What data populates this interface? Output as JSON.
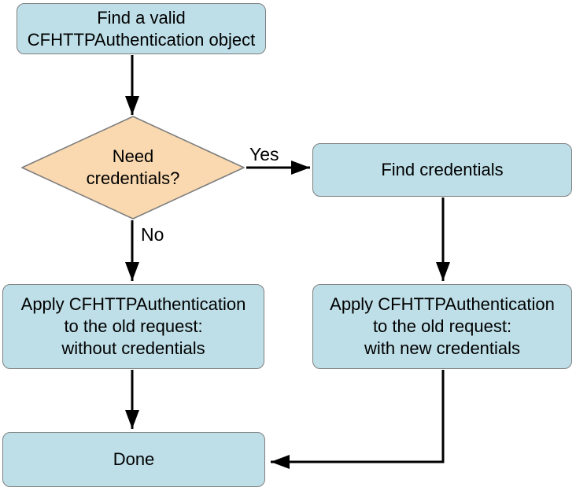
{
  "diagram": {
    "type": "flowchart",
    "background": "#ffffff",
    "colors": {
      "process_fill": "#bedfe8",
      "decision_fill": "#fad9b0",
      "node_border": "#7f7f7f",
      "arrow": "#000000",
      "text": "#000000"
    },
    "nodes": {
      "find_object": {
        "shape": "rounded-rect",
        "lines": [
          "Find a valid",
          "CFHTTPAuthentication object"
        ]
      },
      "need_credentials": {
        "shape": "diamond",
        "lines": [
          "Need",
          "credentials?"
        ]
      },
      "find_credentials": {
        "shape": "rounded-rect",
        "lines": [
          "Find credentials"
        ]
      },
      "apply_without": {
        "shape": "rounded-rect",
        "lines": [
          "Apply CFHTTPAuthentication",
          "to the old request:",
          "without credentials"
        ]
      },
      "apply_with": {
        "shape": "rounded-rect",
        "lines": [
          "Apply CFHTTPAuthentication",
          "to the old request:",
          "with new credentials"
        ]
      },
      "done": {
        "shape": "rounded-rect",
        "lines": [
          "Done"
        ]
      }
    },
    "edges": [
      {
        "from": "find_object",
        "to": "need_credentials",
        "label": ""
      },
      {
        "from": "need_credentials",
        "to": "find_credentials",
        "label": "Yes"
      },
      {
        "from": "need_credentials",
        "to": "apply_without",
        "label": "No"
      },
      {
        "from": "find_credentials",
        "to": "apply_with",
        "label": ""
      },
      {
        "from": "apply_without",
        "to": "done",
        "label": ""
      },
      {
        "from": "apply_with",
        "to": "done",
        "label": ""
      }
    ],
    "labels": {
      "yes": "Yes",
      "no": "No"
    }
  }
}
